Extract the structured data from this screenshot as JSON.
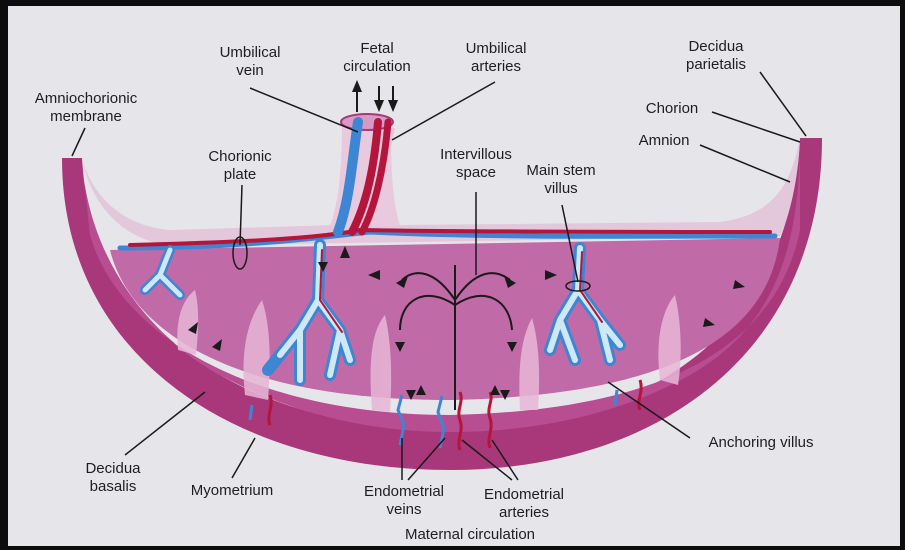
{
  "labels": {
    "umbilical_vein": [
      "Umbilical",
      "vein"
    ],
    "fetal_circulation": [
      "Fetal",
      "circulation"
    ],
    "umbilical_arteries": [
      "Umbilical",
      "arteries"
    ],
    "decidua_parietalis": [
      "Decidua",
      "parietalis"
    ],
    "amniochorionic_membrane": [
      "Amniochorionic",
      "membrane"
    ],
    "chorion": "Chorion",
    "amnion": "Amnion",
    "chorionic_plate": [
      "Chorionic",
      "plate"
    ],
    "intervillous_space": [
      "Intervillous",
      "space"
    ],
    "main_stem_villus": [
      "Main stem",
      "villus"
    ],
    "anchoring_villus": "Anchoring villus",
    "decidua_basalis": [
      "Decidua",
      "basalis"
    ],
    "myometrium": "Myometrium",
    "endometrial_veins": [
      "Endometrial",
      "veins"
    ],
    "endometrial_arteries": [
      "Endometrial",
      "arteries"
    ],
    "maternal_circulation": "Maternal circulation"
  },
  "colors": {
    "background": "#e6e5ea",
    "myometrium": "#a8387a",
    "decidua": "#b84d92",
    "intervillous": "#c16aa8",
    "chorionic_plate": "#e3c8dc",
    "artery": "#b3163a",
    "vein": "#3d86d4",
    "villus_fill": "#cfe8f6"
  }
}
